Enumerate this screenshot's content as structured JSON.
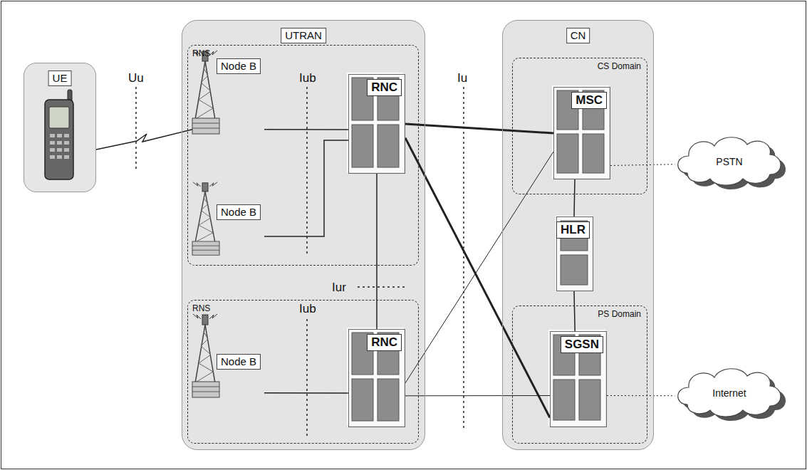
{
  "diagram": {
    "nodes": [
      {
        "text": [
          "UE"
        ]
      },
      {
        "text": [
          "UTRAN"
        ]
      },
      {
        "text": [
          "RNS"
        ],
        "in": 1
      },
      {
        "text": [
          "Node B"
        ],
        "in": 2
      },
      {
        "text": [
          "Node B"
        ],
        "in": 2
      },
      {
        "text": [
          "RNC"
        ],
        "in": 2
      },
      {
        "text": [
          "RNS"
        ],
        "in": 1
      },
      {
        "text": [
          "Node B"
        ],
        "in": 6
      },
      {
        "text": [
          "RNC"
        ],
        "in": 6
      },
      {
        "text": [
          "CN"
        ]
      },
      {
        "text": [
          "CS Domain"
        ],
        "in": 9
      },
      {
        "text": [
          "MSC"
        ],
        "in": 10
      },
      {
        "text": [
          "HLR"
        ],
        "in": 9
      },
      {
        "text": [
          "PS Domain"
        ],
        "in": 9
      },
      {
        "text": [
          "SGSN"
        ],
        "in": 13
      },
      {
        "text": [
          "PSTN"
        ]
      },
      {
        "text": [
          "Internet"
        ]
      }
    ],
    "edges": [
      {
        "from": 0,
        "to": 3,
        "arrow": "none"
      },
      {
        "from": 3,
        "to": 5,
        "arrow": "none"
      },
      {
        "from": 4,
        "to": 5,
        "arrow": "none"
      },
      {
        "from": 7,
        "to": 8,
        "arrow": "none"
      },
      {
        "from": 5,
        "to": 8,
        "arrow": "none"
      },
      {
        "from": 5,
        "to": 11,
        "arrow": "none"
      },
      {
        "from": 5,
        "to": 14,
        "arrow": "none"
      },
      {
        "from": 8,
        "to": 11,
        "arrow": "none"
      },
      {
        "from": 8,
        "to": 14,
        "arrow": "none"
      },
      {
        "from": 11,
        "to": 12,
        "arrow": "none"
      },
      {
        "from": 12,
        "to": 14,
        "arrow": "none"
      },
      {
        "from": 11,
        "to": 15,
        "arrow": "none"
      },
      {
        "from": 14,
        "to": 16,
        "arrow": "none"
      }
    ],
    "labels": [
      "Uu",
      "Iub",
      "Iub",
      "Iur",
      "Iu"
    ]
  }
}
